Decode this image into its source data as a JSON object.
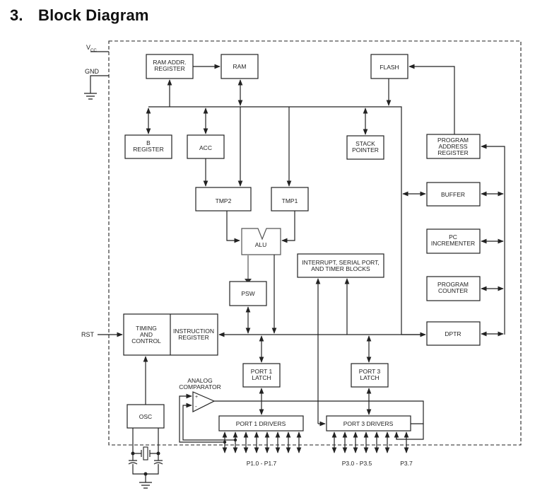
{
  "heading": {
    "number": "3.",
    "title": "Block Diagram"
  },
  "pins": {
    "vcc": "V",
    "vcc_sub": "CC",
    "gnd": "GND",
    "rst": "RST",
    "port1_range": "P1.0 - P1.7",
    "port3_range": "P3.0 - P3.5",
    "port3_7": "P3.7"
  },
  "blocks": {
    "ram_addr": [
      "RAM ADDR.",
      "REGISTER"
    ],
    "ram": [
      "RAM"
    ],
    "flash": [
      "FLASH"
    ],
    "b_reg": [
      "B",
      "REGISTER"
    ],
    "acc": [
      "ACC"
    ],
    "stack_ptr": [
      "STACK",
      "POINTER"
    ],
    "prog_addr": [
      "PROGRAM",
      "ADDRESS",
      "REGISTER"
    ],
    "tmp2": [
      "TMP2"
    ],
    "tmp1": [
      "TMP1"
    ],
    "buffer": [
      "BUFFER"
    ],
    "alu": [
      "ALU"
    ],
    "pc_inc": [
      "PC",
      "INCREMENTER"
    ],
    "interrupt": [
      "INTERRUPT, SERIAL PORT,",
      "AND TIMER BLOCKS"
    ],
    "psw": [
      "PSW"
    ],
    "prog_counter": [
      "PROGRAM",
      "COUNTER"
    ],
    "timing": [
      "TIMING",
      "AND",
      "CONTROL"
    ],
    "instr_reg": [
      "INSTRUCTION",
      "REGISTER"
    ],
    "dptr": [
      "DPTR"
    ],
    "port1_latch": [
      "PORT 1",
      "LATCH"
    ],
    "port3_latch": [
      "PORT 3",
      "LATCH"
    ],
    "osc": [
      "OSC"
    ],
    "port1_drivers": [
      "PORT 1 DRIVERS"
    ],
    "port3_drivers": [
      "PORT 3 DRIVERS"
    ],
    "analog_comp": [
      "ANALOG",
      "COMPARATOR"
    ]
  },
  "comparator_inputs": {
    "plus": "+",
    "minus": "-"
  }
}
